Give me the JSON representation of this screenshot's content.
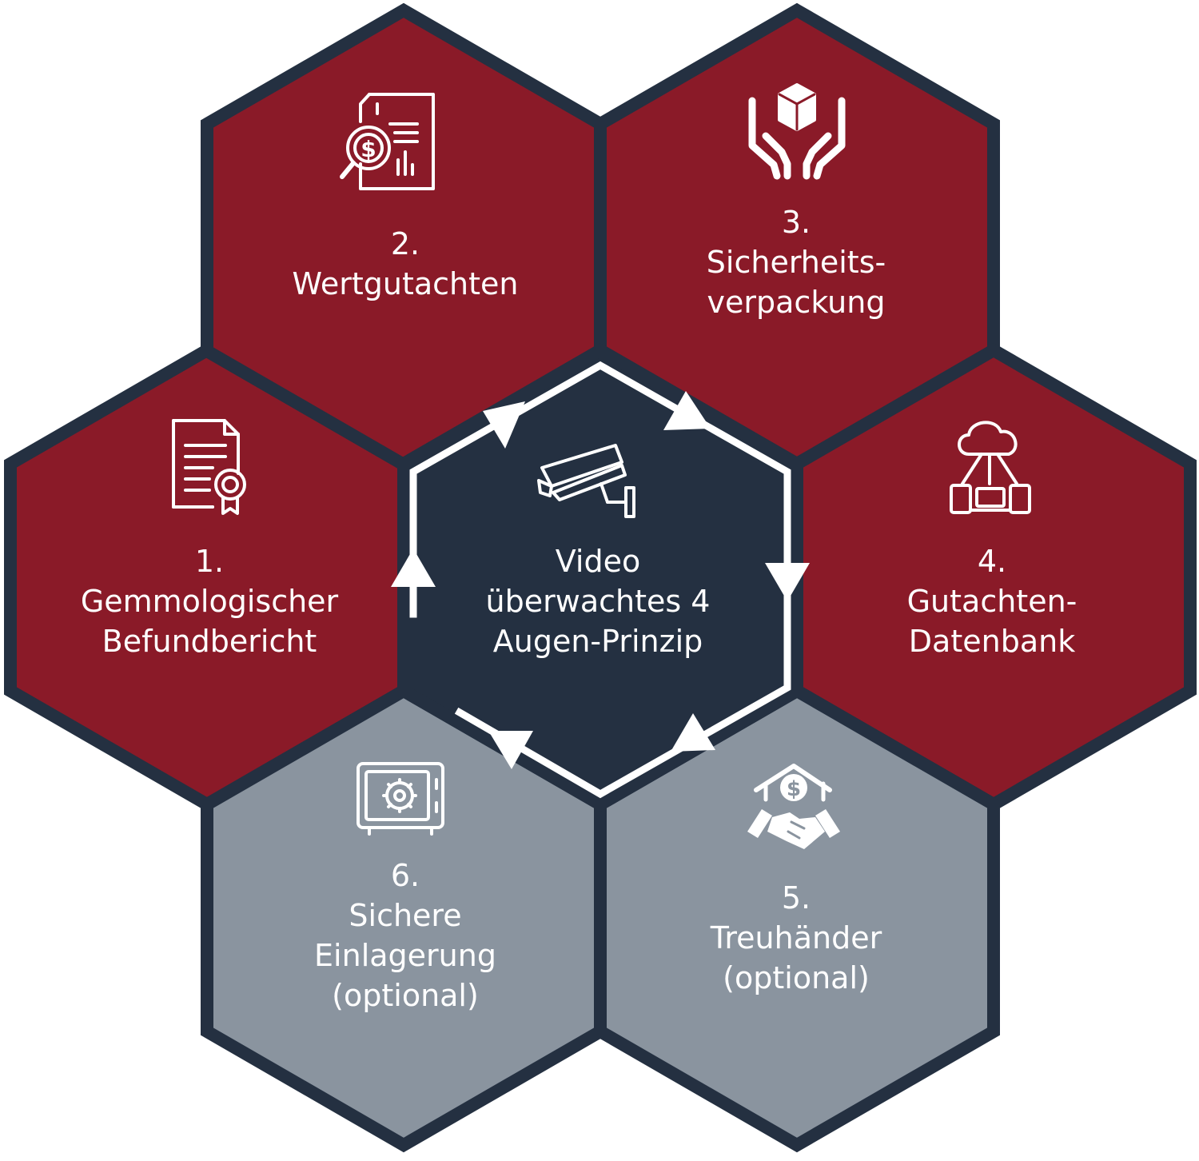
{
  "colors": {
    "red": "#8a1a28",
    "grey": "#8a949f",
    "navy": "#243041",
    "white": "#ffffff"
  },
  "center": {
    "lines": [
      "Video",
      "überwachtes 4",
      "Augen-Prinzip"
    ],
    "icon": "security-camera-icon"
  },
  "steps": [
    {
      "id": "step-1",
      "number": "1.",
      "lines": [
        "Gemmologischer",
        "Befundbericht"
      ],
      "color": "red",
      "icon": "certificate-document-icon"
    },
    {
      "id": "step-2",
      "number": "2.",
      "lines": [
        "Wertgutachten"
      ],
      "color": "red",
      "icon": "appraisal-report-icon"
    },
    {
      "id": "step-3",
      "number": "3.",
      "lines": [
        "Sicherheits-",
        "verpackung"
      ],
      "color": "red",
      "icon": "hands-holding-box-icon"
    },
    {
      "id": "step-4",
      "number": "4.",
      "lines": [
        "Gutachten-",
        "Datenbank"
      ],
      "color": "red",
      "icon": "cloud-network-icon"
    },
    {
      "id": "step-5",
      "number": "5.",
      "lines": [
        "Treuhänder",
        "(optional)"
      ],
      "color": "grey",
      "icon": "handshake-house-icon"
    },
    {
      "id": "step-6",
      "number": "6.",
      "lines": [
        "Sichere",
        "Einlagerung",
        "(optional)"
      ],
      "color": "grey",
      "icon": "safe-icon"
    }
  ]
}
